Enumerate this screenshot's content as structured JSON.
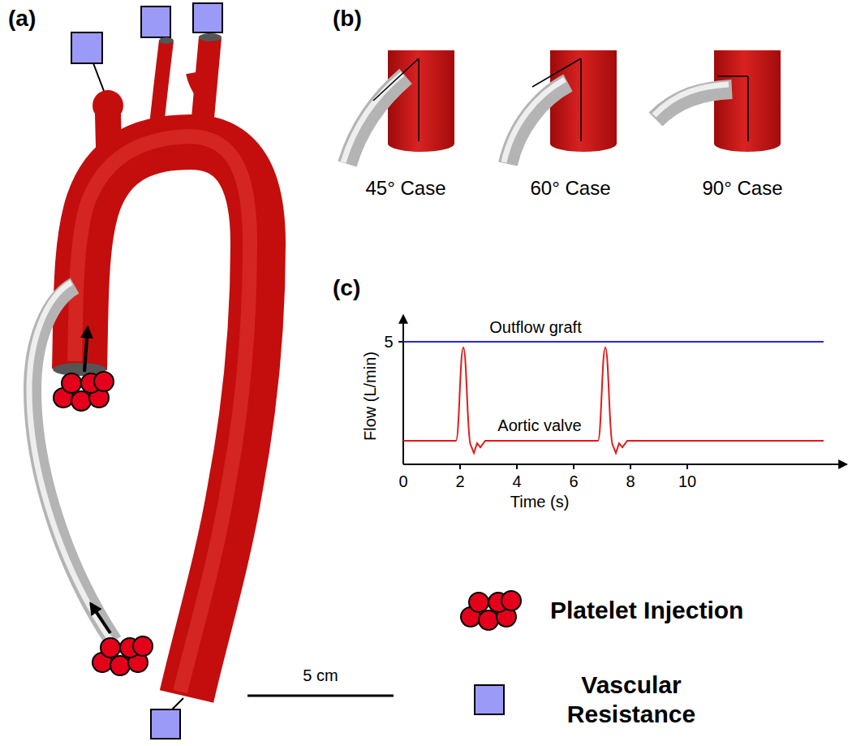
{
  "diagram": {
    "labels": [
      "(a)",
      "(b)",
      "45° Case",
      "60° Case",
      "90° Case",
      "(c)",
      "5",
      "Outflow graft",
      "Aortic valve",
      "Flow (L/min)",
      "0",
      "2",
      "4",
      "6",
      "8",
      "10",
      "Time (s)",
      "5 cm"
    ],
    "legend": [
      {
        "text": "Platelet Injection"
      },
      {
        "text": "Vascular Resistance",
        "color": "#9b9bf7"
      }
    ]
  }
}
